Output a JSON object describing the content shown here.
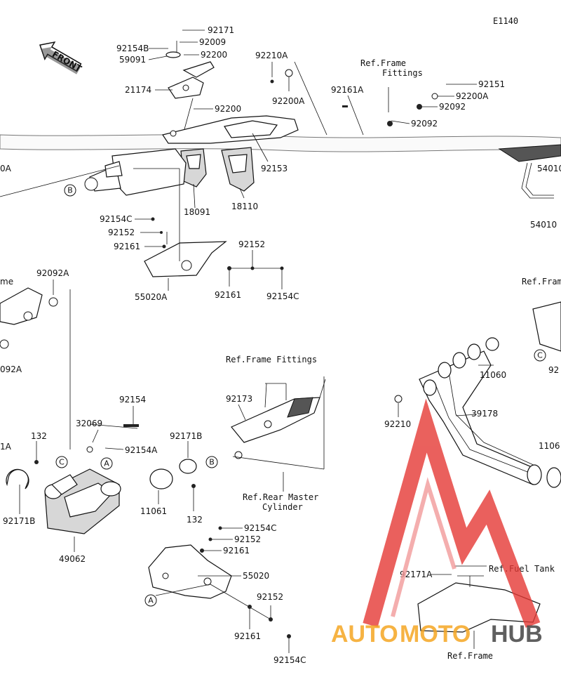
{
  "diagram_code": "E1140",
  "front_label": "FRONT",
  "parts": [
    {
      "id": "p92171",
      "label": "92171"
    },
    {
      "id": "p92009",
      "label": "92009"
    },
    {
      "id": "p92154B",
      "label": "92154B"
    },
    {
      "id": "p59091",
      "label": "59091"
    },
    {
      "id": "p92200",
      "label": "92200"
    },
    {
      "id": "p21174",
      "label": "21174"
    },
    {
      "id": "p92200b",
      "label": "92200"
    },
    {
      "id": "p92210A",
      "label": "92210A"
    },
    {
      "id": "p92200A",
      "label": "92200A"
    },
    {
      "id": "p92161A",
      "label": "92161A"
    },
    {
      "id": "p92151",
      "label": "92151"
    },
    {
      "id": "p92200Ab",
      "label": "92200A"
    },
    {
      "id": "p92092a",
      "label": "92092"
    },
    {
      "id": "p92092b",
      "label": "92092"
    },
    {
      "id": "p92153",
      "label": "92153"
    },
    {
      "id": "p18091",
      "label": "18091"
    },
    {
      "id": "p18110",
      "label": "18110"
    },
    {
      "id": "p0A",
      "label": "0A"
    },
    {
      "id": "p54010a",
      "label": "54010"
    },
    {
      "id": "p54010b",
      "label": "54010"
    },
    {
      "id": "p92154C",
      "label": "92154C"
    },
    {
      "id": "p92152",
      "label": "92152"
    },
    {
      "id": "p92161",
      "label": "92161"
    },
    {
      "id": "p92152b",
      "label": "92152"
    },
    {
      "id": "p55020A",
      "label": "55020A"
    },
    {
      "id": "p92161b",
      "label": "92161"
    },
    {
      "id": "p92154Cb",
      "label": "92154C"
    },
    {
      "id": "p92092A",
      "label": "92092A"
    },
    {
      "id": "pme",
      "label": "me"
    },
    {
      "id": "p092A",
      "label": "092A"
    },
    {
      "id": "p92173",
      "label": "92173"
    },
    {
      "id": "p11060",
      "label": "11060"
    },
    {
      "id": "p39178",
      "label": "39178"
    },
    {
      "id": "p92210",
      "label": "92210"
    },
    {
      "id": "p1106",
      "label": "1106"
    },
    {
      "id": "p92",
      "label": "92"
    },
    {
      "id": "p92154",
      "label": "92154"
    },
    {
      "id": "p32069",
      "label": "32069"
    },
    {
      "id": "p92154A",
      "label": "92154A"
    },
    {
      "id": "p92171B",
      "label": "92171B"
    },
    {
      "id": "p132",
      "label": "132"
    },
    {
      "id": "p1A",
      "label": "1A"
    },
    {
      "id": "p92171Bb",
      "label": "92171B"
    },
    {
      "id": "p11061",
      "label": "11061"
    },
    {
      "id": "p132b",
      "label": "132"
    },
    {
      "id": "p49062",
      "label": "49062"
    },
    {
      "id": "p92154Cc",
      "label": "92154C"
    },
    {
      "id": "p92152c",
      "label": "92152"
    },
    {
      "id": "p92161c",
      "label": "92161"
    },
    {
      "id": "p55020",
      "label": "55020"
    },
    {
      "id": "p92152d",
      "label": "92152"
    },
    {
      "id": "p92161d",
      "label": "92161"
    },
    {
      "id": "p92154Cd",
      "label": "92154C"
    },
    {
      "id": "p92171A",
      "label": "92171A"
    }
  ],
  "references": [
    {
      "id": "r1",
      "line1": "Ref.Frame",
      "line2": "Fittings"
    },
    {
      "id": "r2",
      "line1": "Ref.Frame Fittings",
      "line2": ""
    },
    {
      "id": "r3",
      "line1": "Ref.Rear Master",
      "line2": "Cylinder"
    },
    {
      "id": "r4",
      "line1": "Ref.Fram",
      "line2": ""
    },
    {
      "id": "r5",
      "line1": "Ref.Fuel Tank",
      "line2": ""
    },
    {
      "id": "r6",
      "line1": "Ref.Frame",
      "line2": ""
    }
  ],
  "connectors": {
    "a": "A",
    "b": "B",
    "c": "C"
  },
  "watermark": {
    "part1": "AUTO",
    "part2": "MOTO",
    "part3": "HUB",
    "color_orange": "#f5a623",
    "color_dark": "#444444",
    "color_red": "#e53935"
  }
}
